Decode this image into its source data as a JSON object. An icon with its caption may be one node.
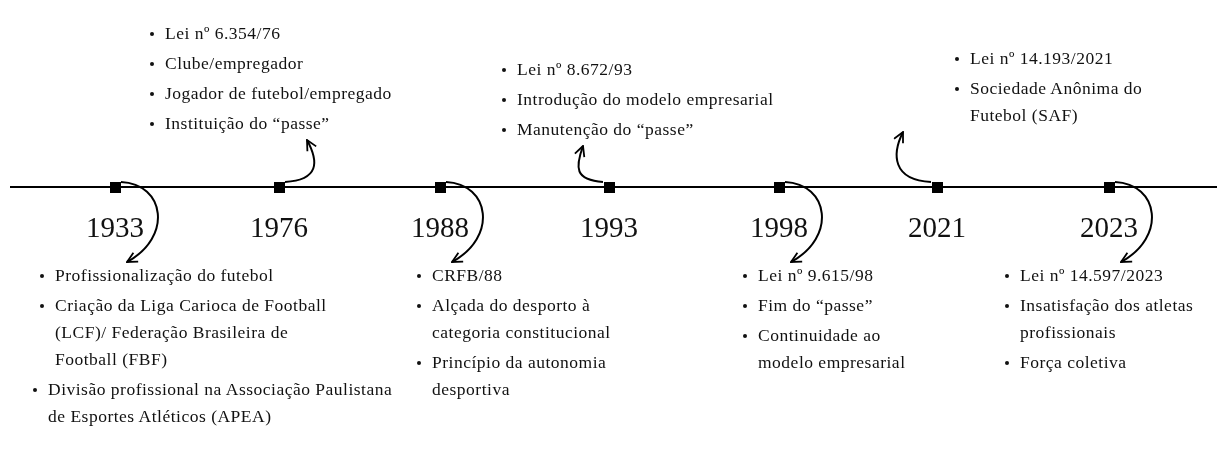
{
  "diagram": {
    "nodes": [
      {
        "text": [
          "1933"
        ]
      },
      {
        "text": [
          "1976"
        ]
      },
      {
        "text": [
          "1988"
        ]
      },
      {
        "text": [
          "1993"
        ]
      },
      {
        "text": [
          "1998"
        ]
      },
      {
        "text": [
          "2021"
        ]
      },
      {
        "text": [
          "2023"
        ]
      },
      {
        "text": [
          "Profissionalização do futebol",
          "Criação da Liga Carioca de Football (LCF)/ Federação Brasileira de Football (FBF)",
          "Divisão profissional na Associação Paulistana de Esportes Atléticos (APEA)"
        ]
      },
      {
        "text": [
          "Lei nº 6.354/76",
          "Clube/empregador",
          "Jogador de futebol/empregado",
          "Instituição do “passe”"
        ]
      },
      {
        "text": [
          "CRFB/88",
          "Alçada do desporto à categoria constitucional",
          "Princípio da autonomia desportiva"
        ]
      },
      {
        "text": [
          "Lei nº 8.672/93",
          "Introdução do modelo empresarial",
          "Manutenção do “passe”"
        ]
      },
      {
        "text": [
          "Lei nº 9.615/98",
          "Fim do “passe”",
          "Continuidade ao modelo empresarial"
        ]
      },
      {
        "text": [
          "Lei nº 14.193/2021",
          "Sociedade Anônima do Futebol (SAF)"
        ]
      },
      {
        "text": [
          "Lei nº 14.597/2023",
          "Insatisfação dos atletas profissionais",
          "Força coletiva"
        ]
      }
    ],
    "edges": [
      {
        "from": 0,
        "to": 7,
        "arrow": "to"
      },
      {
        "from": 1,
        "to": 8,
        "arrow": "to"
      },
      {
        "from": 2,
        "to": 9,
        "arrow": "to"
      },
      {
        "from": 3,
        "to": 10,
        "arrow": "to"
      },
      {
        "from": 4,
        "to": 11,
        "arrow": "to"
      },
      {
        "from": 5,
        "to": 12,
        "arrow": "to"
      },
      {
        "from": 6,
        "to": 13,
        "arrow": "to"
      }
    ]
  }
}
